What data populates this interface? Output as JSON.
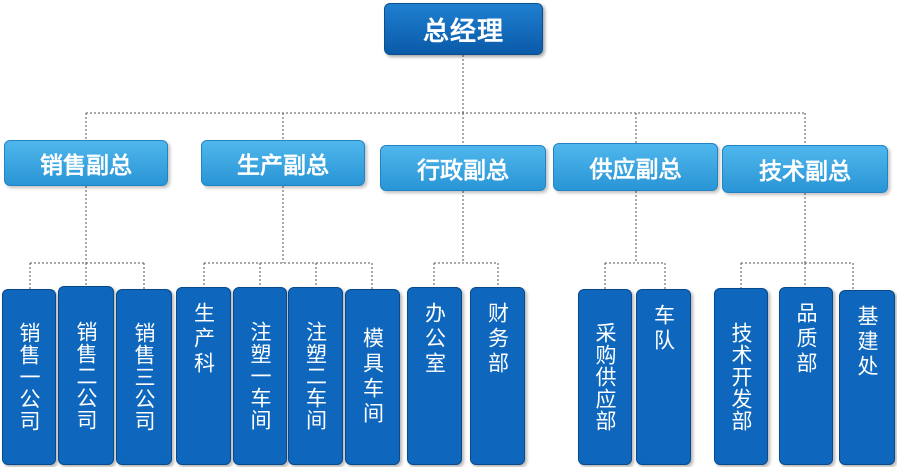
{
  "org": {
    "root": "总经理",
    "vps": [
      {
        "label": "销售副总",
        "units": [
          "销售一公司",
          "销售二公司",
          "销售三公司"
        ]
      },
      {
        "label": "生产副总",
        "units": [
          "生产科",
          "注塑一车间",
          "注塑二车间",
          "模具车间"
        ]
      },
      {
        "label": "行政副总",
        "units": [
          "办公室",
          "财务部"
        ]
      },
      {
        "label": "供应副总",
        "units": [
          "采购供应部",
          "车队"
        ]
      },
      {
        "label": "技术副总",
        "units": [
          "技术开发部",
          "品质部",
          "基建处"
        ]
      }
    ]
  },
  "colors": {
    "root_fill": "#0a5aa8",
    "vp_fill": "#3aa6e2",
    "unit_fill": "#0e67bd",
    "connector": "#555555"
  }
}
